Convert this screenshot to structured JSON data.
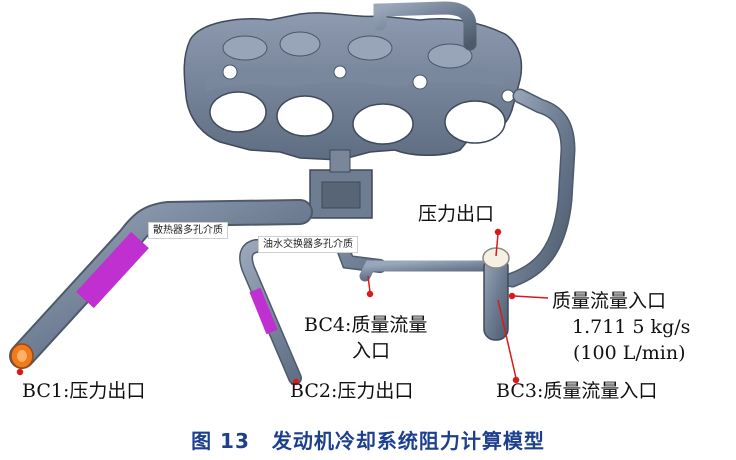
{
  "labels": {
    "bc1": "BC1:压力出口",
    "bc2": "BC2:压力出口",
    "bc3": "BC3:质量流量入口",
    "bc4_line1": "BC4:质量流量",
    "bc4_line2": "入口",
    "outlet_top": "压力出口",
    "inlet_right_line1": "质量流量入口",
    "inlet_right_line2": "1.711 5 kg/s",
    "inlet_right_line3": "(100 L/min)",
    "radiator_porous": "散热器多孔介质",
    "oil_cooler_porous": "油水交换器多孔介质"
  },
  "caption": {
    "number": "图 13",
    "title": "发动机冷却系统阻力计算模型"
  },
  "colors": {
    "mesh_gray": "#6f7f96",
    "porous_magenta": "#c02fd0",
    "outlet_orange": "#f07a1c",
    "callout_red": "#d91a1a",
    "caption_blue": "#1d3f8f"
  }
}
